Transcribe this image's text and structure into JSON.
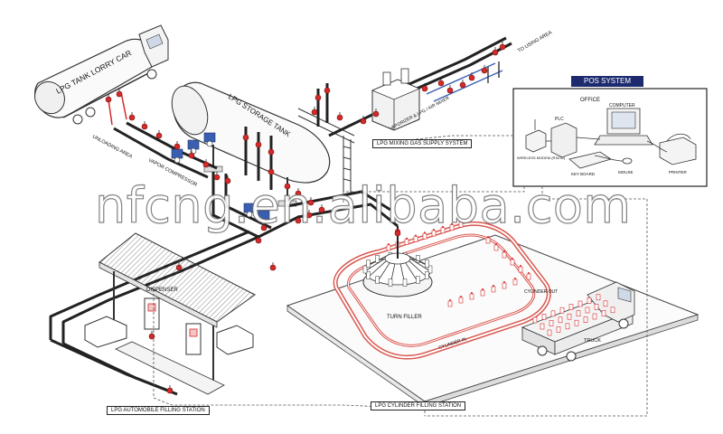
{
  "labels": {
    "lpg_tank_lorry_car": "LPG TANK LORRY CAR",
    "unloading_area": "UNLOADING AREA",
    "lpg_storage_tank": "LPG STORAGE TANK",
    "vapor_compressor": "VAPOR COMPRESSOR",
    "vaporizer_air_mixer": "VAPORIZER & LPG / AIR MIXER",
    "to_using_area": "TO USING AREA",
    "lpg_mixing_gas_supply_system": "LPG MIXING GAS SUPPLY SYSTEM",
    "pos_system": "POS SYSTEM",
    "office": "OFFICE",
    "plc": "PLC",
    "computer": "COMPUTER",
    "wireless_modem": "WIRELESS MODEM (RS232)",
    "key_board": "KEY BOARD",
    "mouse": "MOUSE",
    "printer": "PRINTER",
    "dispenser": "DISPENSER",
    "turn_filler": "TURN FILLER",
    "cylinder_out": "CYLINDER OUT",
    "cylinder_in": "CYLINDER IN",
    "truck": "TRUCK",
    "lpg_automobile_filling_station": "LPG AUTOMOBILE FILLING STATION",
    "lpg_cylinder_filling_station": "LPG CYLINDER FILLING STATION",
    "watermark": "nfcng.en.alibaba.com"
  },
  "colors": {
    "pipe": "#222222",
    "valve": "#d42a2a",
    "conveyor": "#d9574f",
    "pump": "#3b5fb0",
    "pos_header": "#1d2b6e",
    "line": "#333333"
  }
}
